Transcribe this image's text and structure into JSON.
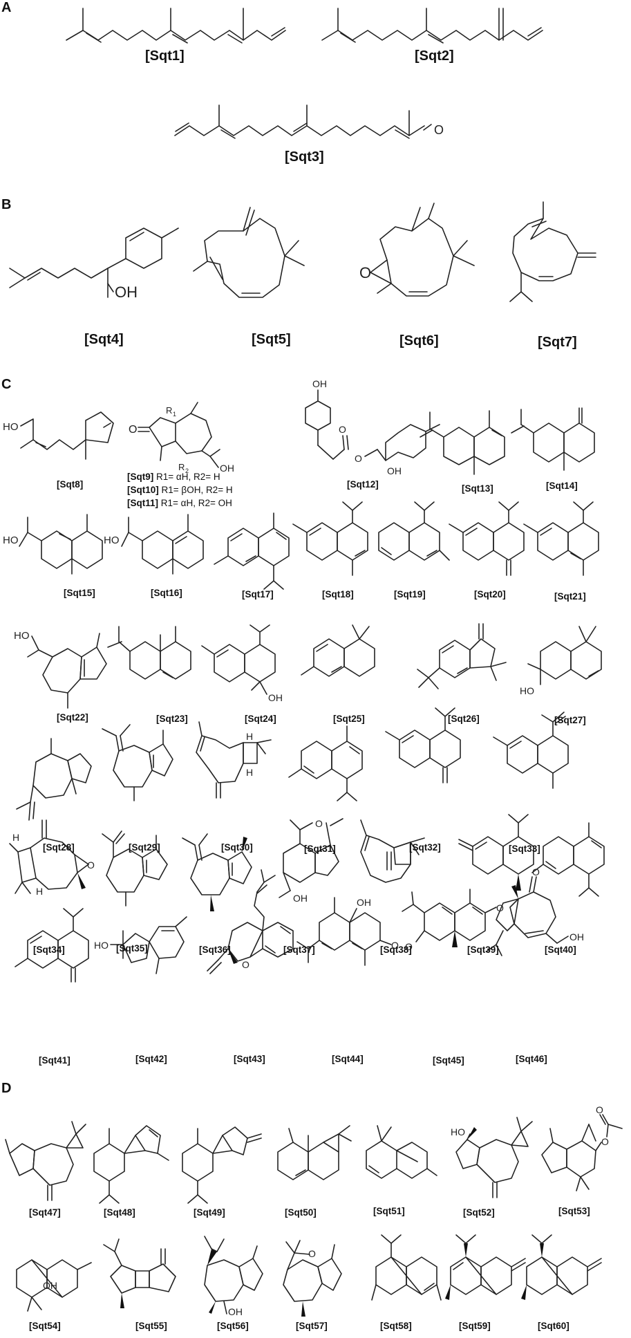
{
  "sections": {
    "a": "A",
    "b": "B",
    "c": "C",
    "d": "D"
  },
  "atom_labels": {
    "oh": "OH",
    "ho": "HO",
    "o": "O",
    "h": "H",
    "r1": "R",
    "r2": "R",
    "sub1": "1",
    "sub2": "2"
  },
  "compounds": {
    "sqt1": "[Sqt1]",
    "sqt2": "[Sqt2]",
    "sqt3": "[Sqt3]",
    "sqt4": "[Sqt4]",
    "sqt5": "[Sqt5]",
    "sqt6": "[Sqt6]",
    "sqt7": "[Sqt7]",
    "sqt8": "[Sqt8]",
    "sqt12": "[Sqt12]",
    "sqt13": "[Sqt13]",
    "sqt14": "[Sqt14]",
    "sqt15": "[Sqt15]",
    "sqt16": "[Sqt16]",
    "sqt17": "[Sqt17]",
    "sqt18": "[Sqt18]",
    "sqt19": "[Sqt19]",
    "sqt20": "[Sqt20]",
    "sqt21": "[Sqt21]",
    "sqt22": "[Sqt22]",
    "sqt23": "[Sqt23]",
    "sqt24": "[Sqt24]",
    "sqt25": "[Sqt25]",
    "sqt26": "[Sqt26]",
    "sqt27": "[Sqt27]",
    "sqt28": "[Sqt28]",
    "sqt29": "[Sqt29]",
    "sqt30": "[Sqt30]",
    "sqt31": "[Sqt31]",
    "sqt32": "[Sqt32]",
    "sqt33": "[Sqt33]",
    "sqt34": "[Sqt34]",
    "sqt35": "[Sqt35]",
    "sqt36": "[Sqt36]",
    "sqt37": "[Sqt37]",
    "sqt38": "[Sqt38]",
    "sqt39": "[Sqt39]",
    "sqt40": "[Sqt40]",
    "sqt41": "[Sqt41]",
    "sqt42": "[Sqt42]",
    "sqt43": "[Sqt43]",
    "sqt44": "[Sqt44]",
    "sqt45": "[Sqt45]",
    "sqt46": "[Sqt46]",
    "sqt47": "[Sqt47]",
    "sqt48": "[Sqt48]",
    "sqt49": "[Sqt49]",
    "sqt50": "[Sqt50]",
    "sqt51": "[Sqt51]",
    "sqt52": "[Sqt52]",
    "sqt53": "[Sqt53]",
    "sqt54": "[Sqt54]",
    "sqt55": "[Sqt55]",
    "sqt56": "[Sqt56]",
    "sqt57": "[Sqt57]",
    "sqt58": "[Sqt58]",
    "sqt59": "[Sqt59]",
    "sqt60": "[Sqt60]"
  },
  "variants": [
    {
      "label": "[Sqt9]",
      "desc": "R1= αH, R2= H"
    },
    {
      "label": "[Sqt10]",
      "desc": "R1= βOH, R2= H"
    },
    {
      "label": "[Sqt11]",
      "desc": "R1= αH, R2= OH"
    }
  ]
}
